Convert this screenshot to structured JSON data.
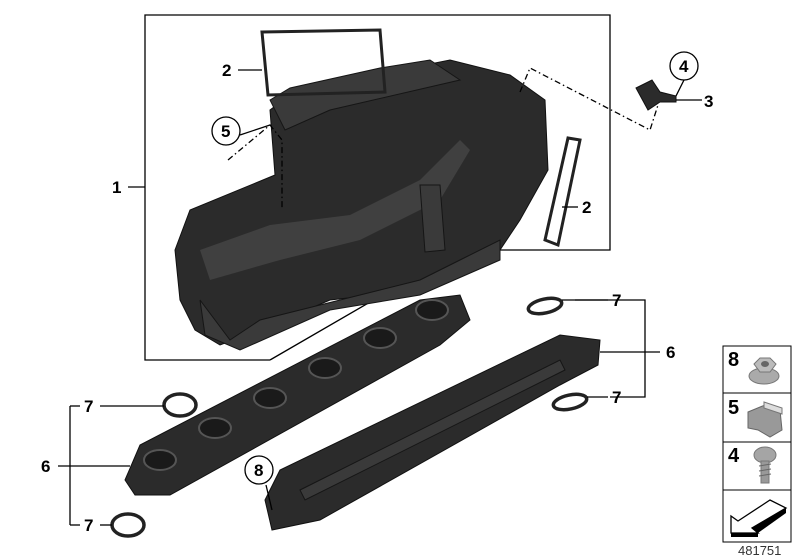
{
  "diagram": {
    "callouts": {
      "intake_manifold": "1",
      "gasket_top": "2",
      "gasket_right": "2",
      "sensor": "3",
      "screw_circle": "4",
      "clip_circle": "5",
      "flange_right": "6",
      "flange_left": "6",
      "seal_right_top": "7",
      "seal_right_bottom": "7",
      "seal_left_top": "7",
      "seal_left_bottom": "7",
      "nut_circle": "8"
    },
    "legend": [
      {
        "number": "8",
        "icon": "collar-nut-icon"
      },
      {
        "number": "5",
        "icon": "clip-nut-icon"
      },
      {
        "number": "4",
        "icon": "torx-screw-icon"
      },
      {
        "number": "",
        "icon": "direction-arrow-icon"
      }
    ],
    "reference_number": "481751",
    "colors": {
      "parts": "#2b2b2b",
      "lines": "#000000",
      "legend_bg": "#ffffff",
      "legend_hardware": "#9a9a9a"
    }
  }
}
